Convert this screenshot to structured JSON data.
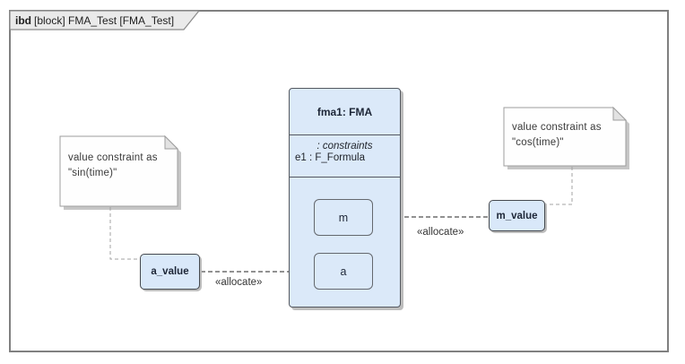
{
  "frame": {
    "keyword": "ibd",
    "title": "[block] FMA_Test [FMA_Test]"
  },
  "notes": [
    {
      "name": "note-sin",
      "lines": [
        "value constraint as",
        "\"sin(time)\""
      ]
    },
    {
      "name": "note-cos",
      "lines": [
        "value constraint as",
        "\"cos(time)\""
      ]
    }
  ],
  "main_block": {
    "name": "fma1: FMA",
    "constraints_stereotype": ": constraints",
    "constraint_item": "e1 : F_Formula",
    "parts": [
      {
        "name": "m"
      },
      {
        "name": "a"
      }
    ]
  },
  "external_parts": {
    "a_value": "a_value",
    "m_value": "m_value"
  },
  "connectors": {
    "allocate_label": "«allocate»"
  },
  "colors": {
    "block_fill": "#dbe9f9",
    "block_border": "#54585f",
    "note_fill": "#fefefe",
    "note_border": "#9d9d9d",
    "tab_fill": "#eaeaea",
    "frame_border": "#808080",
    "connector": "#4f4f4f",
    "notelink": "#a3a3a3",
    "shadow": "#bdbdbd"
  }
}
